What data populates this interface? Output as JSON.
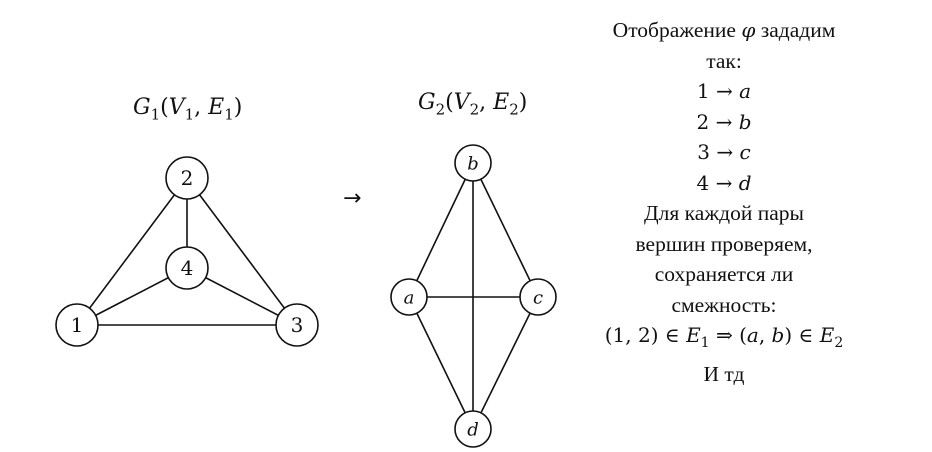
{
  "graph1": {
    "title": {
      "name": "G",
      "sub": "1",
      "args": [
        {
          "name": "V",
          "sub": "1"
        },
        {
          "name": "E",
          "sub": "1"
        }
      ]
    },
    "vertices": [
      "1",
      "2",
      "3",
      "4"
    ],
    "edges": [
      [
        "1",
        "2"
      ],
      [
        "1",
        "3"
      ],
      [
        "1",
        "4"
      ],
      [
        "2",
        "3"
      ],
      [
        "2",
        "4"
      ],
      [
        "3",
        "4"
      ]
    ]
  },
  "arrow": "→",
  "graph2": {
    "title": {
      "name": "G",
      "sub": "2",
      "args": [
        {
          "name": "V",
          "sub": "2"
        },
        {
          "name": "E",
          "sub": "2"
        }
      ]
    },
    "vertices": [
      "a",
      "b",
      "c",
      "d"
    ],
    "edges": [
      [
        "b",
        "a"
      ],
      [
        "b",
        "c"
      ],
      [
        "b",
        "d"
      ],
      [
        "a",
        "c"
      ],
      [
        "a",
        "d"
      ],
      [
        "c",
        "d"
      ]
    ]
  },
  "description": {
    "line1": "Отображение",
    "phi": "φ",
    "line1_end": "зададим",
    "line2": "так:",
    "mapping": [
      {
        "from": "1",
        "arrow": "→",
        "to": "a"
      },
      {
        "from": "2",
        "arrow": "→",
        "to": "b"
      },
      {
        "from": "3",
        "arrow": "→",
        "to": "c"
      },
      {
        "from": "4",
        "arrow": "→",
        "to": "d"
      }
    ],
    "text_lines": [
      "Для каждой пары",
      "вершин проверяем,",
      "сохраняется ли",
      "смежность:"
    ],
    "formula": {
      "left_pair": "(1, 2)",
      "in1": "∈",
      "set1": {
        "name": "E",
        "sub": "1"
      },
      "implies": "⇒",
      "right_pair_open": "(",
      "right_a": "a",
      "comma": ", ",
      "right_b": "b",
      "right_pair_close": ")",
      "in2": "∈",
      "set2": {
        "name": "E",
        "sub": "2"
      }
    },
    "last_line": "И тд"
  }
}
